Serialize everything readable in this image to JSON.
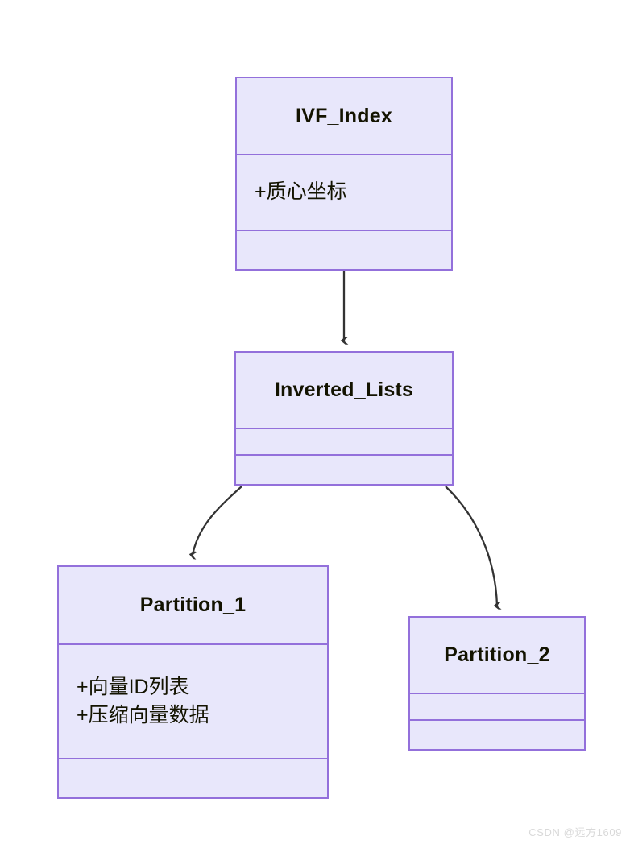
{
  "diagram": {
    "type": "uml-class-diagram",
    "colors": {
      "box_fill": "#E8E7FB",
      "box_border": "#9370DB",
      "arrow": "#333333",
      "text": "#131300",
      "background": "#FFFFFF",
      "watermark": "#D9D9D9"
    },
    "classes": [
      {
        "id": "ivf-index",
        "name": "IVF_Index",
        "attributes": [
          "+质心坐标"
        ],
        "methods": []
      },
      {
        "id": "inverted-lists",
        "name": "Inverted_Lists",
        "attributes": [],
        "methods": []
      },
      {
        "id": "partition-1",
        "name": "Partition_1",
        "attributes": [
          "+向量ID列表",
          "+压缩向量数据"
        ],
        "methods": []
      },
      {
        "id": "partition-2",
        "name": "Partition_2",
        "attributes": [],
        "methods": []
      }
    ],
    "relations": [
      {
        "id": "rel-ivf-to-inverted",
        "from": "IVF_Index",
        "to": "Inverted_Lists",
        "style": "straight-arrow"
      },
      {
        "id": "rel-inverted-to-part1",
        "from": "Inverted_Lists",
        "to": "Partition_1",
        "style": "curved-arrow"
      },
      {
        "id": "rel-inverted-to-part2",
        "from": "Inverted_Lists",
        "to": "Partition_2",
        "style": "curved-arrow"
      }
    ]
  },
  "watermark": {
    "text": "CSDN @远方1609"
  }
}
